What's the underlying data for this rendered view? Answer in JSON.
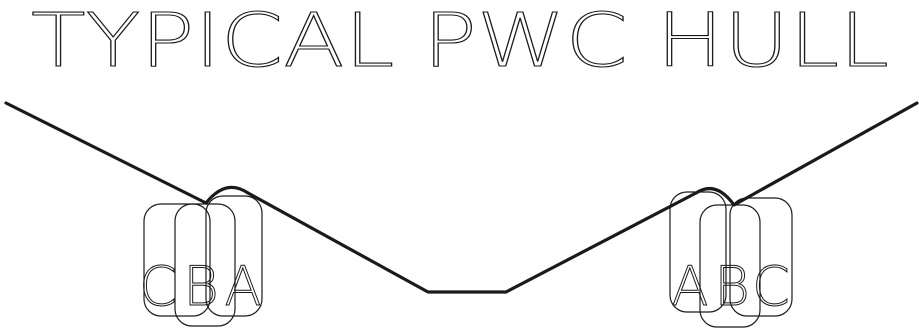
{
  "title": "TYPICAL PWC HULL",
  "left_group": {
    "labels": [
      "C",
      "B",
      "A"
    ]
  },
  "right_group": {
    "labels": [
      "A",
      "B",
      "C"
    ]
  },
  "colors": {
    "ink": "#1a1a1a",
    "background": "#ffffff"
  }
}
